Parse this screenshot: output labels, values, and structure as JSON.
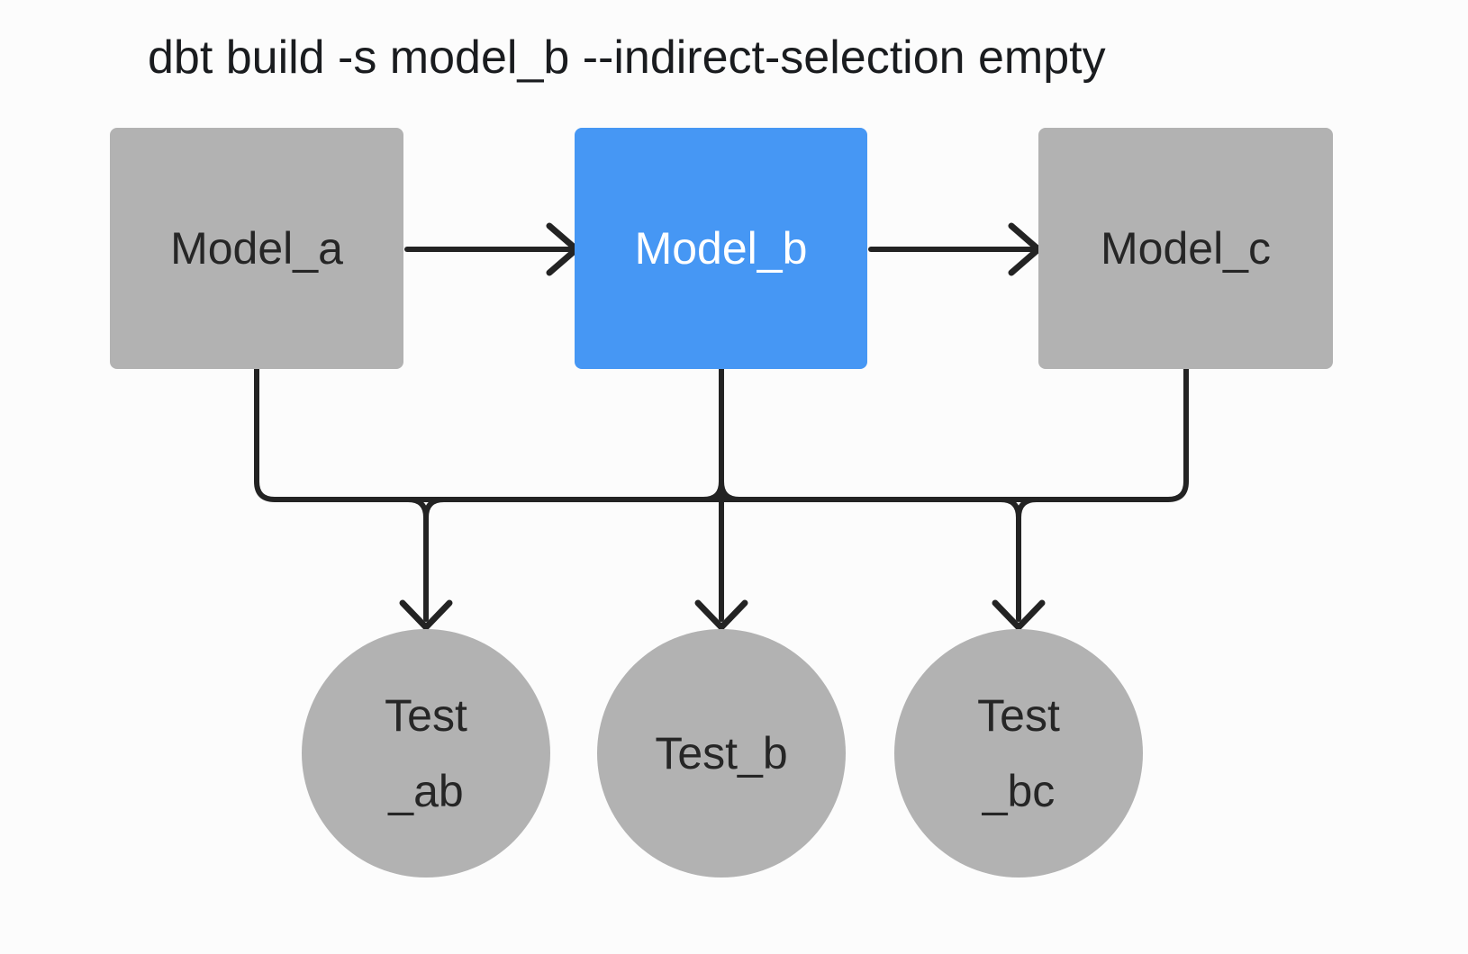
{
  "title": "dbt build -s model_b --indirect-selection empty",
  "colors": {
    "background": "#fcfcfc",
    "node_gray": "#b2b2b2",
    "selected_blue": "#4697f4",
    "edge_stroke": "#232323",
    "node_text": "#262626",
    "selected_node_text": "#ffffff",
    "title_text": "#1a1c1f"
  },
  "nodes": {
    "model_a": {
      "label": "Model_a",
      "type": "model",
      "selected": false
    },
    "model_b": {
      "label": "Model_b",
      "type": "model",
      "selected": true
    },
    "model_c": {
      "label": "Model_c",
      "type": "model",
      "selected": false
    },
    "test_ab": {
      "label": "Test _ab",
      "lines": [
        "Test",
        "_ab"
      ],
      "type": "test",
      "selected": false
    },
    "test_b": {
      "label": "Test_b",
      "lines": [
        "Test_b"
      ],
      "type": "test",
      "selected": false
    },
    "test_bc": {
      "label": "Test _bc",
      "lines": [
        "Test",
        "_bc"
      ],
      "type": "test",
      "selected": false
    }
  },
  "edges": [
    {
      "from": "model_a",
      "to": "model_b"
    },
    {
      "from": "model_b",
      "to": "model_c"
    },
    {
      "from": "model_a",
      "to": "test_ab"
    },
    {
      "from": "model_b",
      "to": "test_ab"
    },
    {
      "from": "model_b",
      "to": "test_b"
    },
    {
      "from": "model_b",
      "to": "test_bc"
    },
    {
      "from": "model_c",
      "to": "test_bc"
    }
  ]
}
